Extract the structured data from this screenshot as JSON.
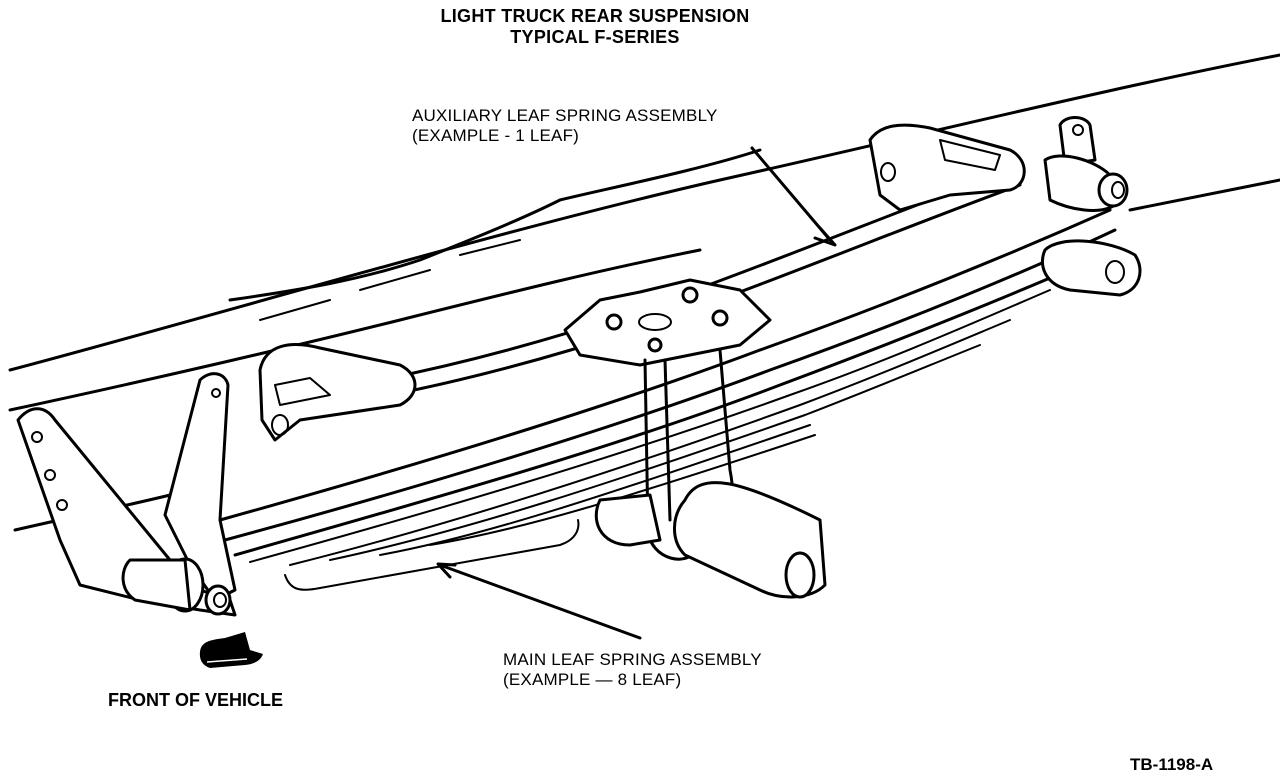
{
  "title": {
    "line1": "LIGHT TRUCK REAR SUSPENSION",
    "line2": "TYPICAL F-SERIES"
  },
  "callouts": {
    "auxiliary": {
      "line1": "AUXILIARY LEAF SPRING ASSEMBLY",
      "line2": "(EXAMPLE - 1 LEAF)"
    },
    "main": {
      "line1": "MAIN LEAF SPRING ASSEMBLY",
      "line2": "(EXAMPLE — 8 LEAF)"
    }
  },
  "direction": {
    "label": "FRONT OF VEHICLE",
    "icon": "front-arrow-icon"
  },
  "figure_id": "TB-1198-A",
  "colors": {
    "ink": "#000000",
    "paper": "#ffffff"
  }
}
